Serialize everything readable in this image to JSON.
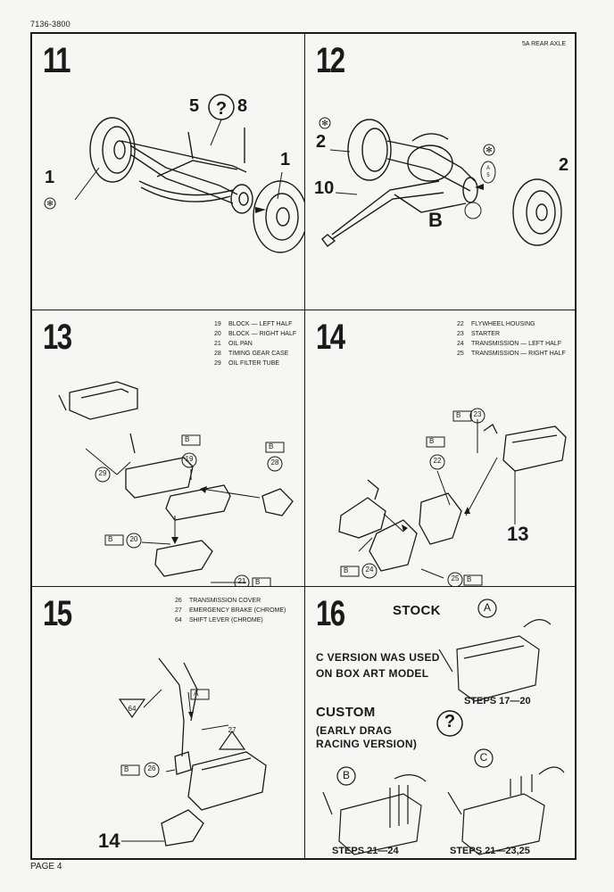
{
  "document": {
    "doc_number": "7136-3800",
    "page_label": "PAGE 4"
  },
  "step11": {
    "number": "11",
    "part_5": "5",
    "part_8": "8",
    "part_1_left": "1",
    "part_1_right": "1"
  },
  "step12": {
    "number": "12",
    "note": "5A REAR AXLE",
    "part_2_left": "2",
    "part_2_right": "2",
    "part_10": "10",
    "label_b": "B",
    "tag_a5": "A\n5"
  },
  "step13": {
    "number": "13",
    "parts": [
      {
        "num": "19",
        "name": "BLOCK — LEFT HALF"
      },
      {
        "num": "20",
        "name": "BLOCK — RIGHT HALF"
      },
      {
        "num": "21",
        "name": "OIL PAN"
      },
      {
        "num": "28",
        "name": "TIMING GEAR CASE"
      },
      {
        "num": "29",
        "name": "OIL FILTER TUBE"
      }
    ],
    "callout_19": "19",
    "callout_20": "20",
    "callout_21": "21",
    "callout_28": "28",
    "callout_29": "29",
    "tree_b": "B"
  },
  "step14": {
    "number": "14",
    "parts": [
      {
        "num": "22",
        "name": "FLYWHEEL HOUSING"
      },
      {
        "num": "23",
        "name": "STARTER"
      },
      {
        "num": "24",
        "name": "TRANSMISSION — LEFT HALF"
      },
      {
        "num": "25",
        "name": "TRANSMISSION — RIGHT HALF"
      }
    ],
    "callout_22": "22",
    "callout_23": "23",
    "callout_24": "24",
    "callout_25": "25",
    "ref_13": "13",
    "tree_b": "B"
  },
  "step15": {
    "number": "15",
    "parts": [
      {
        "num": "26",
        "name": "TRANSMISSION COVER"
      },
      {
        "num": "27",
        "name": "EMERGENCY BRAKE (CHROME)"
      },
      {
        "num": "64",
        "name": "SHIFT LEVER (CHROME)"
      }
    ],
    "callout_26": "26",
    "callout_27": "27",
    "callout_64": "64",
    "ref_14": "14",
    "tree_a": "A",
    "tree_b": "B"
  },
  "step16": {
    "number": "16",
    "stock": "STOCK",
    "option_a": "A",
    "option_b": "B",
    "option_c": "C",
    "c_note_line1": "C VERSION WAS USED",
    "c_note_line2": "ON BOX ART MODEL",
    "steps_a": "STEPS 17—20",
    "custom": "CUSTOM",
    "custom_sub1": "(EARLY DRAG",
    "custom_sub2": "RACING VERSION)",
    "steps_b": "STEPS 21—24",
    "steps_c": "STEPS 21—23,25"
  }
}
